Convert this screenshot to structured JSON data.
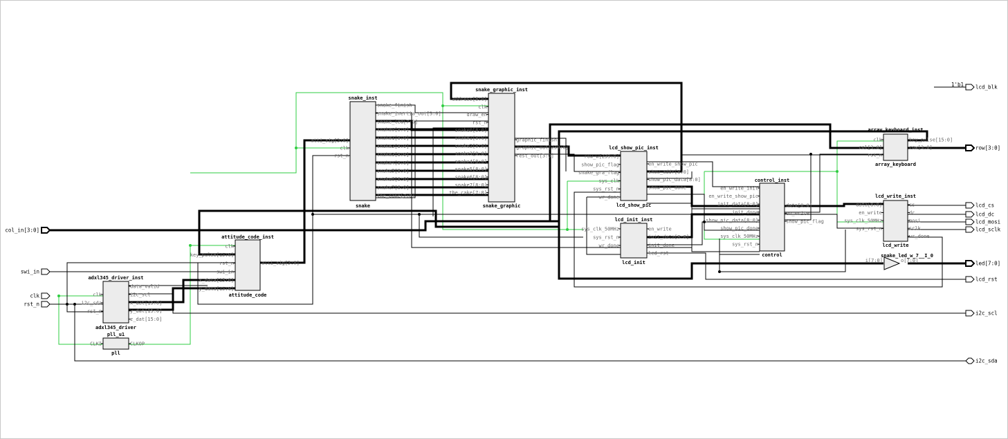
{
  "top_ports": {
    "inputs": [
      "col_in[3:0]",
      "swi_in",
      "clk",
      "rst_n"
    ],
    "outputs": [
      "lcd_blk",
      "row[3:0]",
      "lcd_cs",
      "lcd_dc",
      "lcd_mosi",
      "lcd_sclk",
      "led[7:0]",
      "lcd_rst",
      "i2c_scl"
    ],
    "inouts": [
      "i2c_sda"
    ],
    "constant": "1'b1"
  },
  "blocks": {
    "snake": {
      "inst": "snake_inst",
      "cell": "snake",
      "in": [
        "atti_sig[3:0]",
        "clk",
        "rst_n"
      ],
      "out": [
        "snake_finish",
        "snake_inertia_out[3:0]",
        "snake_led[7:0]",
        "snake0[8:0]",
        "snake1[8:0]",
        "snake2[8:0]",
        "snake3[8:0]",
        "snake4[8:0]",
        "snake5[8:0]",
        "snake6[8:0]",
        "snake7[8:0]",
        "the_cake[7:0]"
      ]
    },
    "snake_graphic": {
      "inst": "snake_graphic_inst",
      "cell": "snake_graphic",
      "in": [
        "address[8:0]",
        "clk",
        "draw_en",
        "rst_n",
        "snake0[8:0]",
        "snake1[8:0]",
        "snake2[8:0]",
        "snake3[8:0]",
        "snake4[8:0]",
        "snake5[8:0]",
        "snake6[8:0]",
        "snake7[8:0]",
        "the_cake[7:0]"
      ],
      "out": [
        "graphic_finish",
        "graphic_out[239:0]",
        "rest_out[3:0]"
      ]
    },
    "lcd_show_pic": {
      "inst": "lcd_show_pic_inst",
      "cell": "lcd_show_pic",
      "in": [
        "row_w[239:0]",
        "show_pic_flag",
        "snake_gra_flag",
        "sys_clk",
        "sys_rst_n",
        "wr_done"
      ],
      "out": [
        "en_write_show_pic",
        "show_addr[8:0]",
        "show_pic_data[8:0]",
        "show_pic_done"
      ]
    },
    "lcd_init": {
      "inst": "lcd_init_inst",
      "cell": "lcd_init",
      "in": [
        "sys_clk_50MHz",
        "sys_rst_n",
        "wr_done"
      ],
      "out": [
        "en_write",
        "init_data[8:0]",
        "init_done",
        "lcd_rst"
      ]
    },
    "control": {
      "inst": "control_inst",
      "cell": "control",
      "in": [
        "en_write_init",
        "en_write_show_pic",
        "init_data[8:0]",
        "init_done",
        "show_pic_data[8:0]",
        "show_pic_done",
        "sys_clk_50MHz",
        "sys_rst_n"
      ],
      "out": [
        "data[8:0]",
        "en_write",
        "show_pic_flag"
      ]
    },
    "lcd_write": {
      "inst": "lcd_write_inst",
      "cell": "lcd_write",
      "in": [
        "data[8:0]",
        "en_write",
        "sys_clk_50MHz",
        "sys_rst_n"
      ],
      "out": [
        "cs",
        "dc",
        "mosi",
        "sclk",
        "wr_done"
      ]
    },
    "array_keyboard": {
      "inst": "array_keyboard_inst",
      "cell": "array_keyboard",
      "in": [
        "clk",
        "col[3:0]",
        "rst_n"
      ],
      "out": [
        "key_pulse[15:0]",
        "row[3:0]"
      ]
    },
    "attitude_code": {
      "inst": "attitude_code_inst",
      "cell": "attitude_code",
      "in": [
        "clk",
        "key_pulse[15:0]",
        "rst_n",
        "swi_in",
        "x_data[15:0]",
        "y_data[15:0]"
      ],
      "out": [
        "atti_sig[3:0]"
      ]
    },
    "adxl345_driver": {
      "inst": "adxl345_driver_inst",
      "cell": "adxl345_driver",
      "in": [
        "clk",
        "i2c_sda",
        "rst_n"
      ],
      "out": [
        "data_valid",
        "i2c_scl",
        "x_dat[15:0]",
        "y_dat[15:0]",
        "z_dat[15:0]"
      ]
    },
    "pll": {
      "inst": "pll_u1",
      "cell": "pll",
      "in": [
        "CLKI"
      ],
      "out": [
        "CLKOP"
      ]
    },
    "buffer": {
      "inst": "snake_led_w_7__I_0",
      "in": "i[7:0]",
      "out": "o[7:0]"
    }
  }
}
